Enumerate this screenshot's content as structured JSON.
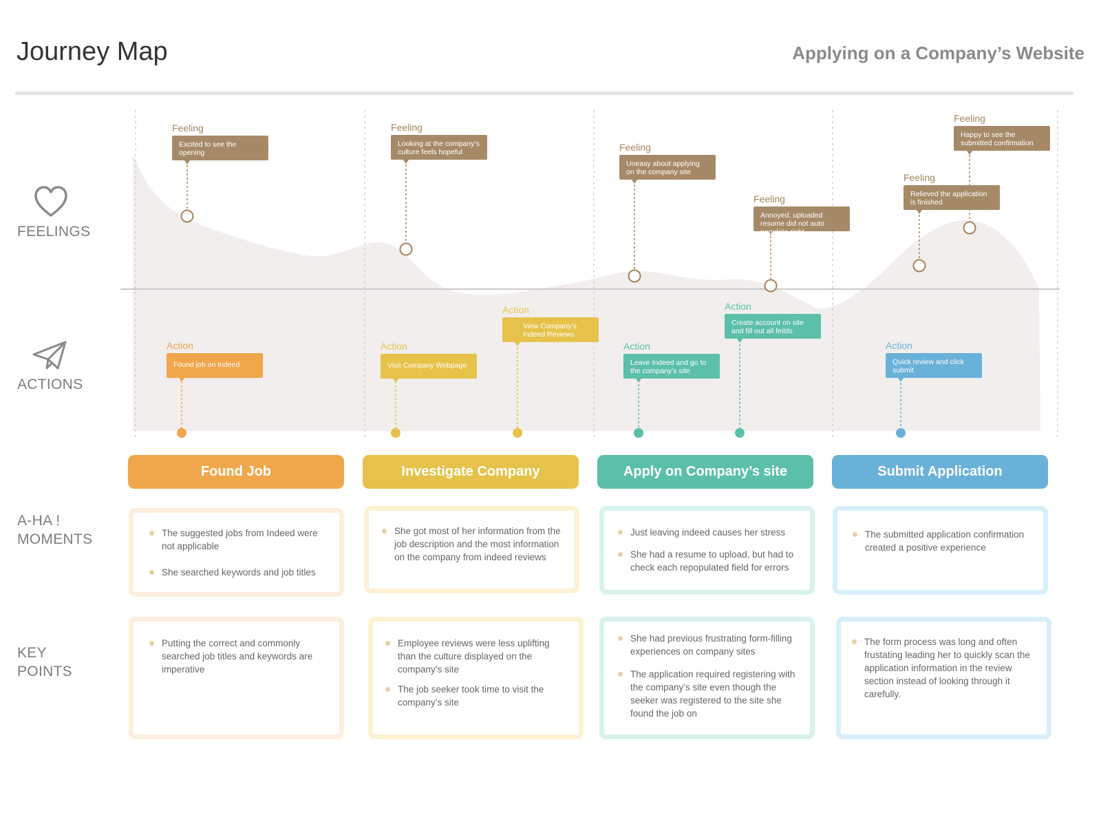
{
  "header": {
    "title": "Journey Map",
    "subtitle": "Applying on a Company’s Website"
  },
  "rows": {
    "feelings": "FEELINGS",
    "actions": "ACTIONS",
    "aha_line1": "A-HA !",
    "aha_line2": "MOMENTS",
    "key_line1": "KEY",
    "key_line2": "POINTS"
  },
  "icons": {
    "feelings": "heart-icon",
    "actions": "paper-plane-icon"
  },
  "colors": {
    "feeling": "#a68a68",
    "orange": "#f0a64b",
    "yellow": "#e6c24a",
    "teal": "#5cbfaa",
    "blue": "#6ab1d9"
  },
  "feelings": [
    {
      "label": "Feeling",
      "text": "Excited to see the opening"
    },
    {
      "label": "Feeling",
      "text": "Looking at the company’s culture feels hopeful"
    },
    {
      "label": "Feeling",
      "text": "Uneasy about applying on the company site"
    },
    {
      "label": "Feeling",
      "text": "Annoyed, uploaded resume did not auto populate right"
    },
    {
      "label": "Feeling",
      "text": "Relieved the application is finished"
    },
    {
      "label": "Feeling",
      "text": "Happy to see the submitted confirmation"
    }
  ],
  "actions": [
    {
      "label": "Action",
      "text": "Found job on Indeed"
    },
    {
      "label": "Action",
      "text": "Visit Company Webpage"
    },
    {
      "label": "Action",
      "text": "View Company’s Indeed Reviews"
    },
    {
      "label": "Action",
      "text": "Leave Indeed and go to the company’s site"
    },
    {
      "label": "Action",
      "text": "Create account on site and fill out all feilds"
    },
    {
      "label": "Action",
      "text": "Quick review and click submit"
    }
  ],
  "phases": [
    {
      "title": "Found Job"
    },
    {
      "title": "Investigate Company"
    },
    {
      "title": "Apply on Company’s site"
    },
    {
      "title": "Submit Application"
    }
  ],
  "aha": [
    [
      "The suggested jobs from Indeed were not applicable",
      "She searched keywords and job titles"
    ],
    [
      "She got most of her information from the job description and the most information on the company from indeed reviews"
    ],
    [
      "Just leaving indeed causes her stress",
      "She had a resume to upload, but had to check each repopulated field for errors"
    ],
    [
      "The submitted application confirmation created a positive experience"
    ]
  ],
  "key_points": [
    [
      "Putting the correct and commonly searched job titles and keywords are imperative"
    ],
    [
      "Employee reviews were less uplifting than the culture displayed on the company’s site",
      "The job seeker took time to visit the company’s site"
    ],
    [
      "She had previous frustrating form-filling experiences on company sites",
      "The application required registering with the company’s site even though the seeker was registered to the site she found the job on"
    ],
    [
      "The form process was long and often frustating leading her to quickly scan the application information in the review section instead of looking through it carefully."
    ]
  ]
}
